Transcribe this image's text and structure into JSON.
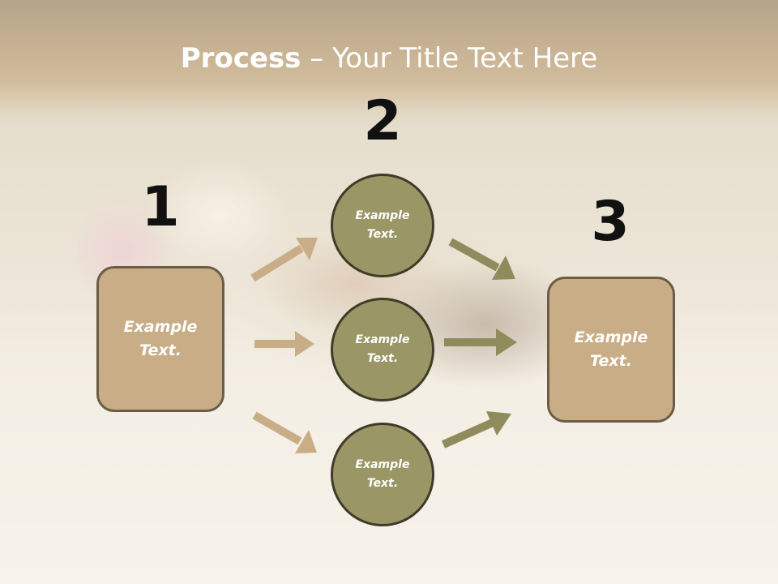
{
  "title": {
    "bold": "Process",
    "rest": " – Your Title Text Here"
  },
  "steps": [
    {
      "number": "1"
    },
    {
      "number": "2"
    },
    {
      "number": "3"
    }
  ],
  "left_box": {
    "text": "Example Text."
  },
  "circles": [
    {
      "text": "Example Text."
    },
    {
      "text": "Example Text."
    },
    {
      "text": "Example Text."
    }
  ],
  "right_box": {
    "text": "Example Text."
  },
  "colors": {
    "box_fill": "#c9ad87",
    "circle_fill": "#9a9666",
    "left_arrow": "#c9ad87",
    "right_arrow": "#8f8b5c",
    "title_text": "#ffffff",
    "step_number": "#111111"
  }
}
